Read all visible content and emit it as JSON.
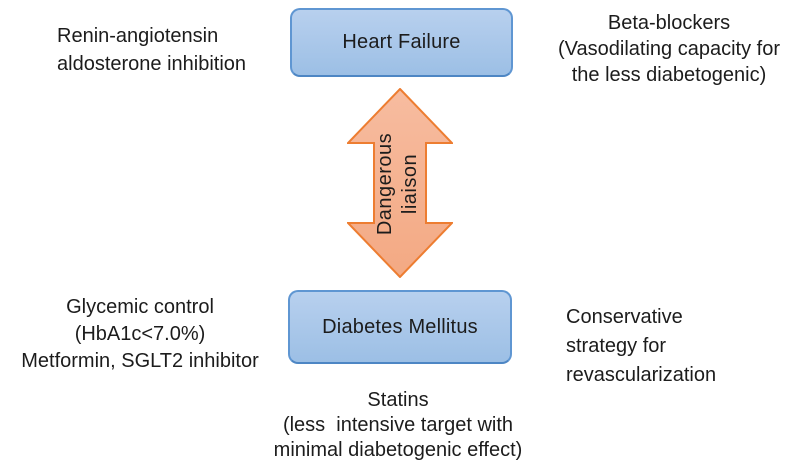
{
  "figure": {
    "description": "Dangerous liaison between heart failure and diabetes mellitus"
  },
  "colors": {
    "background": "#ffffff",
    "text": "#1c1c1c",
    "box_fill_top": "#b8d0ee",
    "box_fill_bottom": "#9cbfe5",
    "box_border": "#5f96d2",
    "box_border_dark": "#4d86c4",
    "arrow_fill_light": "#f7bca0",
    "arrow_fill_dark": "#f3a983",
    "arrow_border": "#ed7d31"
  },
  "nodes": {
    "heart_failure": {
      "label": "Heart Failure"
    },
    "diabetes_mellitus": {
      "label": "Diabetes Mellitus"
    }
  },
  "arrow": {
    "label_line1": "Dangerous",
    "label_line2": "liaison"
  },
  "annotations": {
    "top_left": {
      "lines": [
        "Renin-angiotensin",
        "aldosterone inhibition"
      ]
    },
    "top_right": {
      "lines": [
        "Beta-blockers",
        "(Vasodilating capacity for",
        "the less diabetogenic)"
      ]
    },
    "bottom_left": {
      "lines": [
        "Glycemic control",
        "(HbA1c<7.0%)",
        "Metformin, SGLT2 inhibitor"
      ]
    },
    "bottom_right": {
      "lines": [
        "Conservative",
        "strategy for",
        "revascularization"
      ]
    },
    "bottom_center": {
      "lines": [
        "Statins",
        "(less  intensive target with",
        "minimal diabetogenic effect)"
      ]
    }
  }
}
